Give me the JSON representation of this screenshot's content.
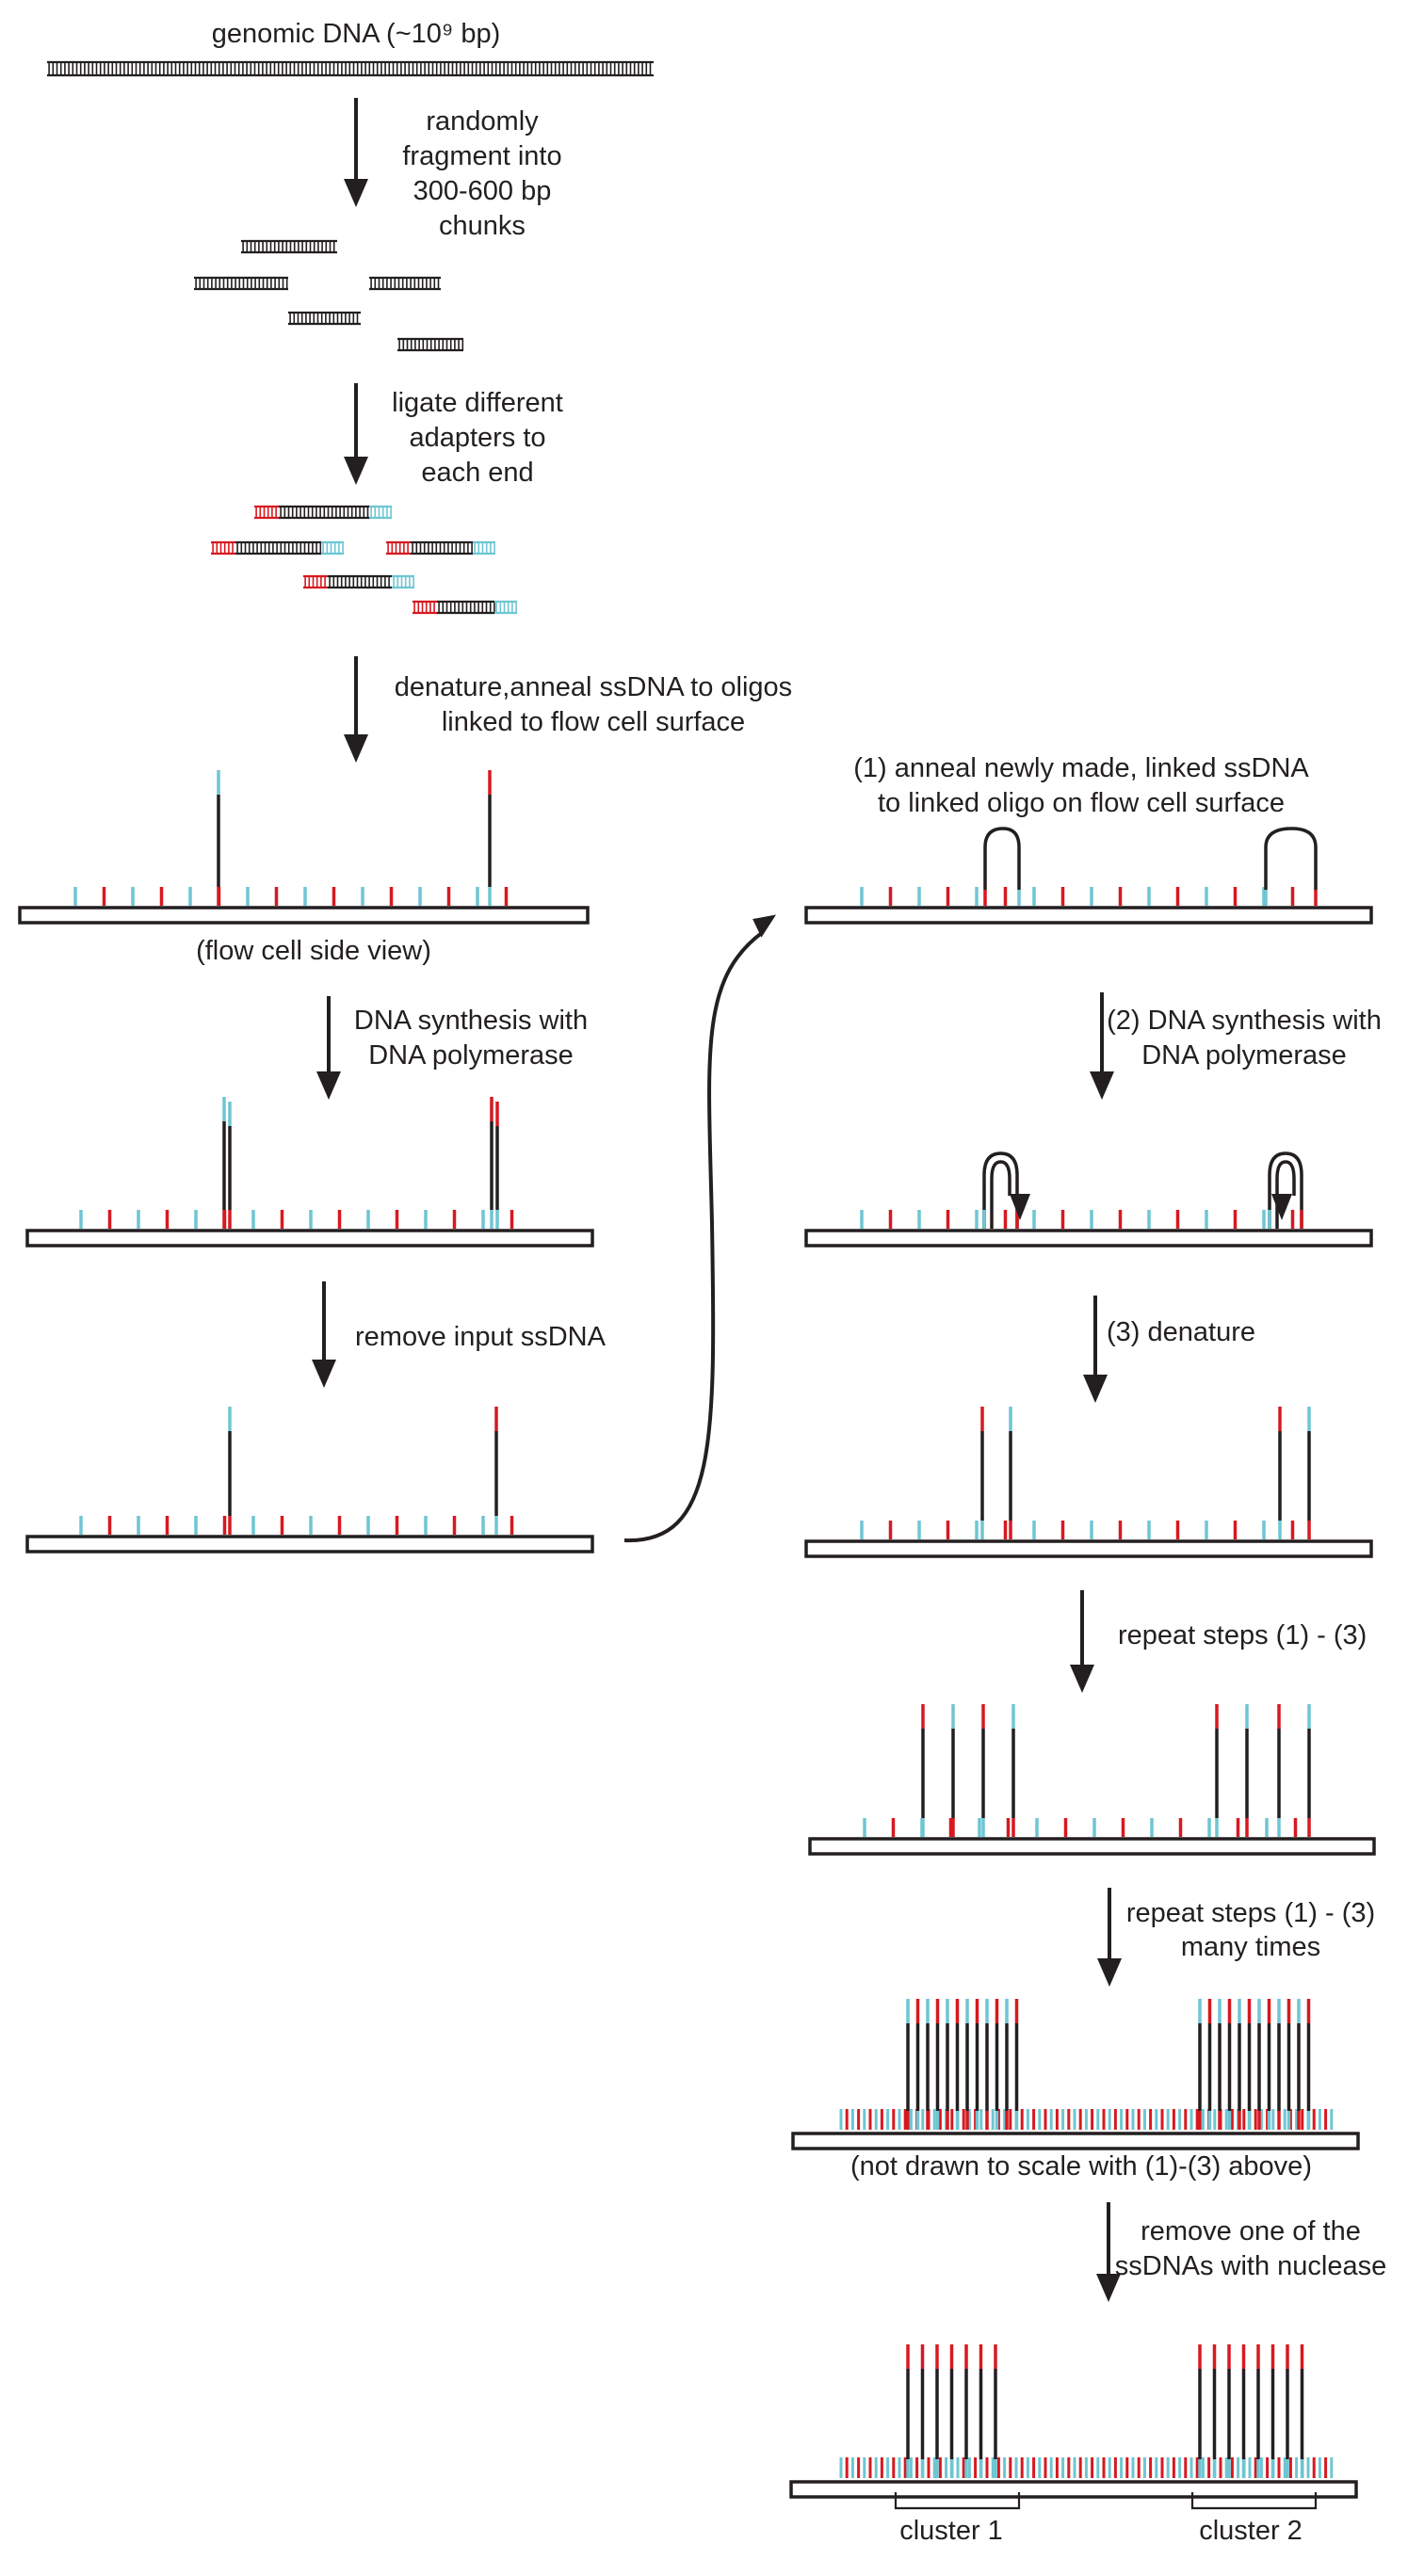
{
  "colors": {
    "ink": "#231f20",
    "red": "#d71920",
    "cyan": "#6ec6d2"
  },
  "labels": {
    "genomic": "genomic DNA (~10⁹ bp)",
    "fragment": [
      "randomly",
      "fragment into",
      "300-600 bp",
      "chunks"
    ],
    "ligate": [
      "ligate different",
      "adapters to",
      "each end"
    ],
    "denature_anneal": [
      "denature,anneal ssDNA to oligos",
      "linked to flow cell surface"
    ],
    "side_view": "(flow cell side view)",
    "synthesis_left": [
      "DNA synthesis with",
      "DNA polymerase"
    ],
    "remove_input": "remove input ssDNA",
    "anneal_new": [
      "(1) anneal newly made, linked ssDNA",
      "to linked oligo on flow cell surface"
    ],
    "synthesis_right": [
      "(2) DNA synthesis with",
      "DNA polymerase"
    ],
    "denature3": "(3) denature",
    "repeat": "repeat steps (1) - (3)",
    "repeat_many": [
      "repeat steps (1) - (3)",
      "many times"
    ],
    "not_to_scale": "(not drawn to scale with (1)-(3) above)",
    "remove_nuclease": [
      "remove one of the",
      "ssDNAs with nuclease"
    ],
    "cluster1": "cluster 1",
    "cluster2": "cluster 2"
  }
}
